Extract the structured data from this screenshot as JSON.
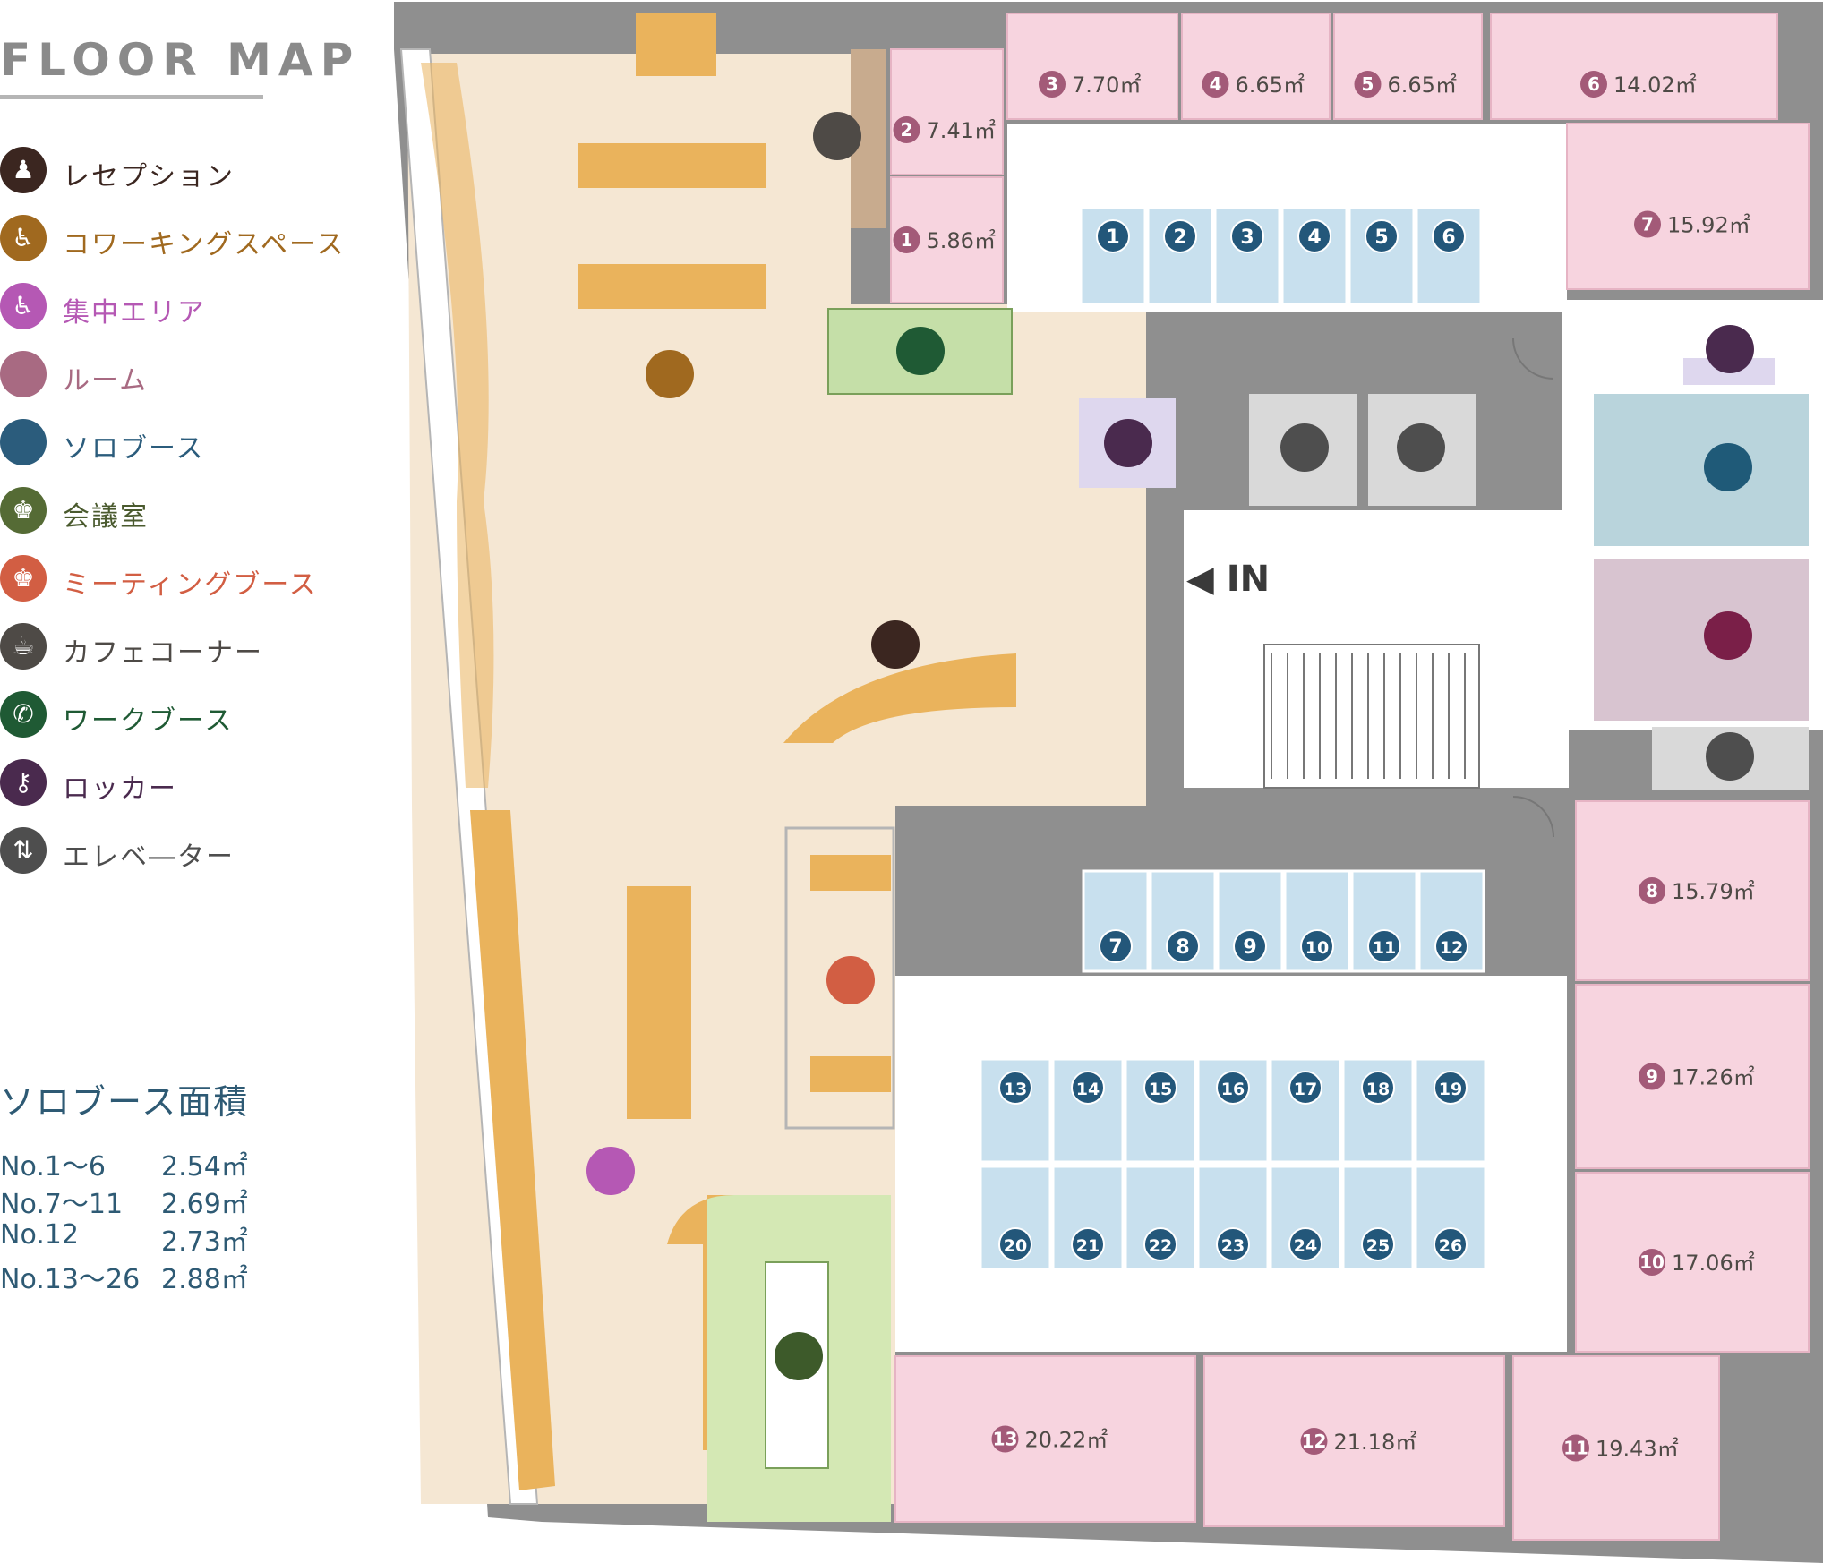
{
  "legend": {
    "title": "FLOOR MAP",
    "items": [
      {
        "label": "レセプション",
        "color": "#3b2620",
        "text_color": "#3b2620",
        "icon": "reception-icon",
        "glyph": "♟"
      },
      {
        "label": "コワーキングスペース",
        "color": "#a0691f",
        "text_color": "#a0691f",
        "icon": "chair-icon",
        "glyph": "♿"
      },
      {
        "label": "集中エリア",
        "color": "#b558b4",
        "text_color": "#b558b4",
        "icon": "focus-chair-icon",
        "glyph": "♿"
      },
      {
        "label": "ルーム",
        "color": "#a86a82",
        "text_color": "#a86a82",
        "icon": "room-dot-icon",
        "glyph": ""
      },
      {
        "label": "ソロブース",
        "color": "#2b5c7c",
        "text_color": "#2b5c7c",
        "icon": "solo-booth-dot-icon",
        "glyph": ""
      },
      {
        "label": "会議室",
        "color": "#556b35",
        "text_color": "#4a5a2e",
        "icon": "meeting-room-icon",
        "glyph": "♚"
      },
      {
        "label": "ミーティングブース",
        "color": "#d25e43",
        "text_color": "#d25e43",
        "icon": "meeting-booth-icon",
        "glyph": "♚"
      },
      {
        "label": "カフェコーナー",
        "color": "#4e4a46",
        "text_color": "#4e4a46",
        "icon": "coffee-cup-icon",
        "glyph": "☕"
      },
      {
        "label": "ワークブース",
        "color": "#1f5a34",
        "text_color": "#1f5a34",
        "icon": "phone-icon",
        "glyph": "✆"
      },
      {
        "label": "ロッカー",
        "color": "#4a2a4e",
        "text_color": "#4a2a4e",
        "icon": "key-icon",
        "glyph": "⚷"
      },
      {
        "label": "エレベ―ター",
        "color": "#4e4e4e",
        "text_color": "#4e4e4e",
        "icon": "elevator-icon",
        "glyph": "⇅"
      }
    ]
  },
  "solo_area": {
    "title": "ソロブース面積",
    "rows": [
      {
        "no": "No.1～6",
        "value": "2.54㎡"
      },
      {
        "no": "No.7～11",
        "value": "2.69㎡"
      },
      {
        "no": "No.12",
        "value": "2.73㎡"
      },
      {
        "no": "No.13～26",
        "value": "2.88㎡"
      }
    ]
  },
  "entrance_label": "◀ IN",
  "rooms": [
    {
      "num": "1",
      "area": "5.86㎡"
    },
    {
      "num": "2",
      "area": "7.41㎡"
    },
    {
      "num": "3",
      "area": "7.70㎡"
    },
    {
      "num": "4",
      "area": "6.65㎡"
    },
    {
      "num": "5",
      "area": "6.65㎡"
    },
    {
      "num": "6",
      "area": "14.02㎡"
    },
    {
      "num": "7",
      "area": "15.92㎡"
    },
    {
      "num": "8",
      "area": "15.79㎡"
    },
    {
      "num": "9",
      "area": "17.26㎡"
    },
    {
      "num": "10",
      "area": "17.06㎡"
    },
    {
      "num": "11",
      "area": "19.43㎡"
    },
    {
      "num": "12",
      "area": "21.18㎡"
    },
    {
      "num": "13",
      "area": "20.22㎡"
    }
  ],
  "booths": [
    "1",
    "2",
    "3",
    "4",
    "5",
    "6",
    "7",
    "8",
    "9",
    "10",
    "11",
    "12",
    "13",
    "14",
    "15",
    "16",
    "17",
    "18",
    "19",
    "20",
    "21",
    "22",
    "23",
    "24",
    "25",
    "26"
  ],
  "colors": {
    "room_fill": "#f7d4df",
    "room_badge": "#a35a78",
    "booth_fill": "#c8e0ee",
    "booth_badge": "#23577a",
    "cowork_fill": "#f5e7d3",
    "orange": "#eab35c",
    "wall": "#8e8e8e",
    "meeting_fill": "#d4e8b4",
    "workbooth_fill": "#c5dfa8",
    "locker_fill": "#ded7ee",
    "restroom_m": "#b9d4dc",
    "restroom_f": "#d8c4d0"
  }
}
